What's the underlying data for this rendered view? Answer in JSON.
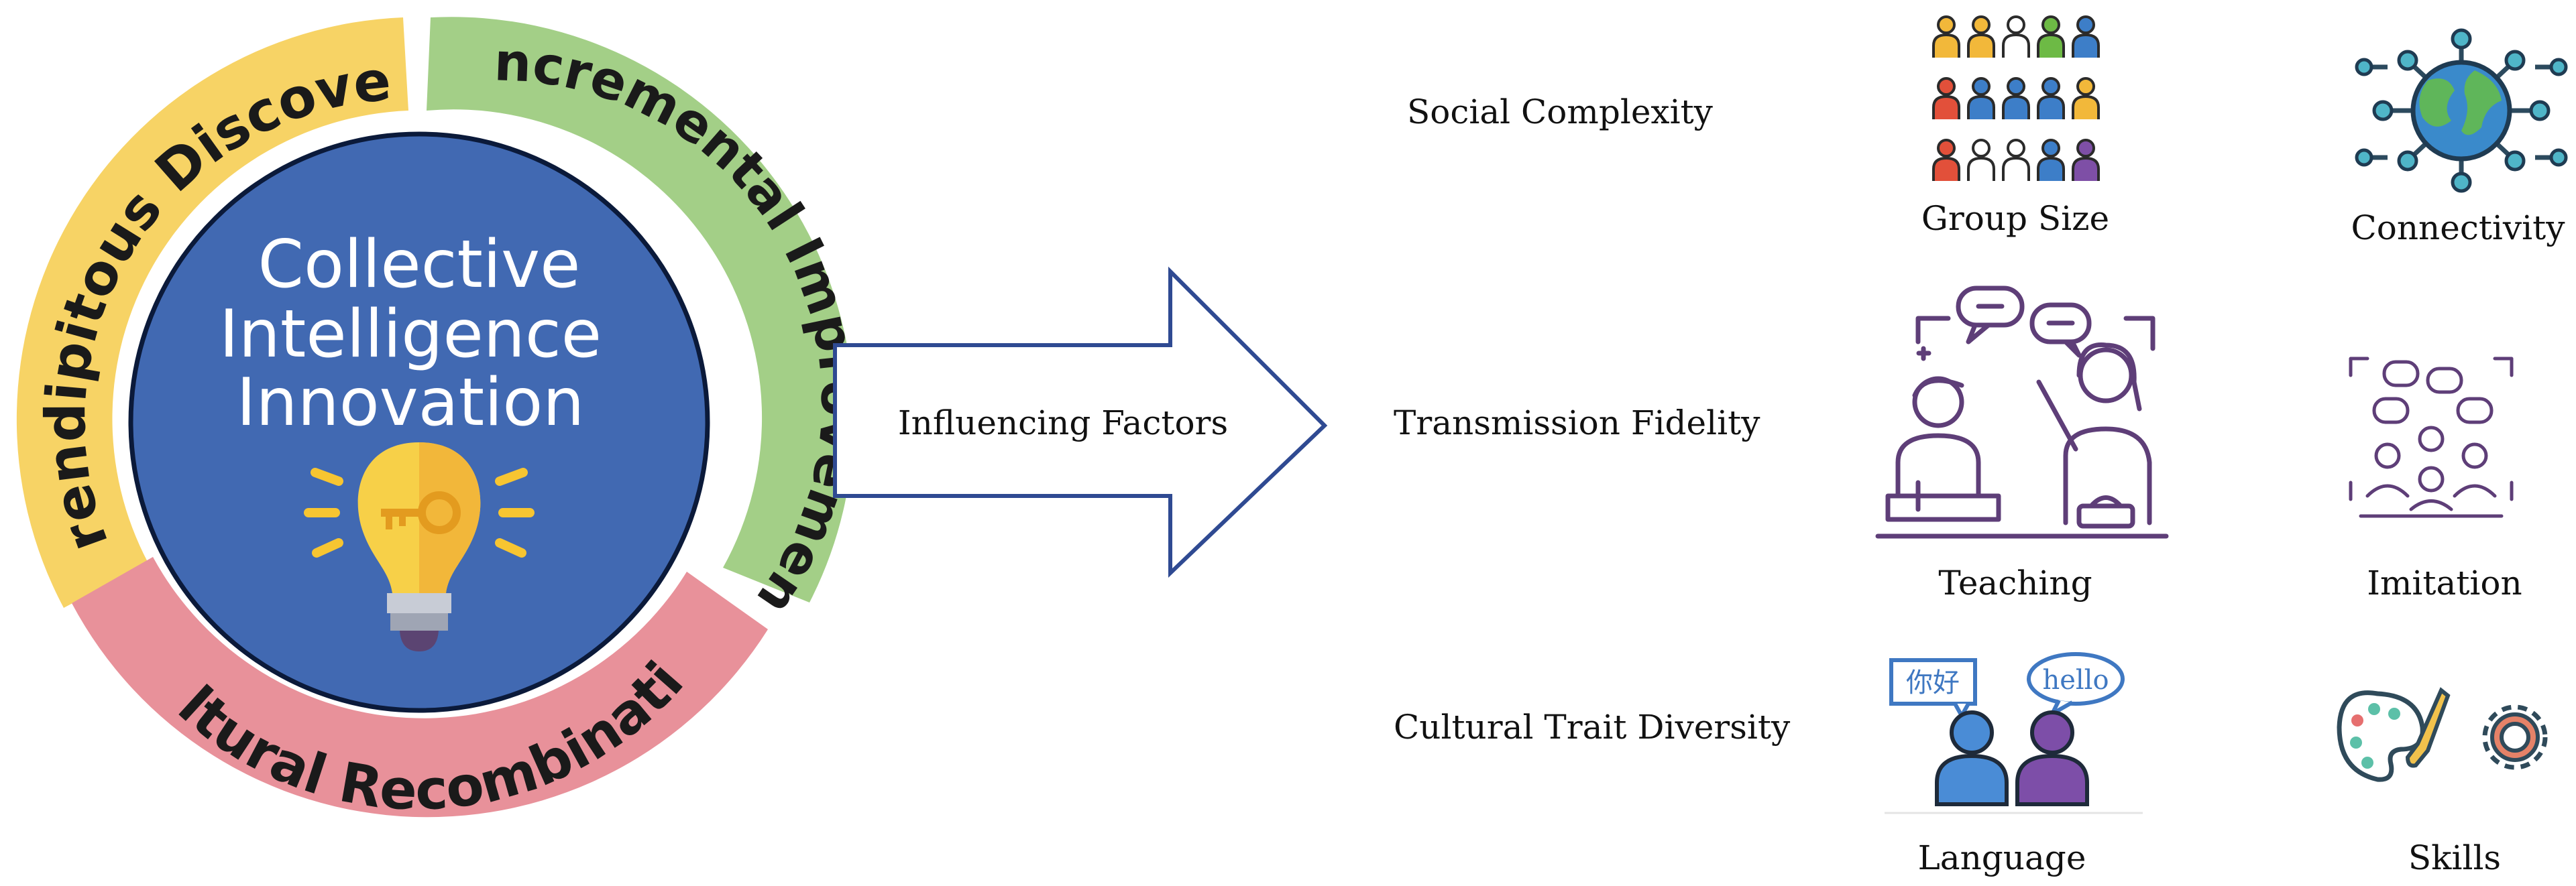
{
  "center": {
    "line1": "Collective",
    "line2": "Intelligence",
    "line3": "Innovation"
  },
  "ring": {
    "serendipitous": "Serendipitous Discovery",
    "incremental": "Incremental Improvement",
    "cultural": "Cultural Recombination"
  },
  "arrow": {
    "label": "Influencing Factors"
  },
  "factors": {
    "social": {
      "label": "Social Complexity",
      "icon1": "Group Size",
      "icon2": "Connectivity"
    },
    "transmission": {
      "label": "Transmission Fidelity",
      "icon1": "Teaching",
      "icon2": "Imitation"
    },
    "diversity": {
      "label": "Cultural Trait Diversity",
      "icon1": "Language",
      "icon2": "Skills"
    }
  },
  "bubbles": {
    "chinese": "你好",
    "english": "hello"
  },
  "colors": {
    "ring_yellow": "#F7D365",
    "ring_green": "#A3CF87",
    "ring_pink": "#E8919A",
    "center_blue": "#4169B2",
    "arrow_stroke": "#2F4A92",
    "icon_purple": "#5E3E78"
  }
}
